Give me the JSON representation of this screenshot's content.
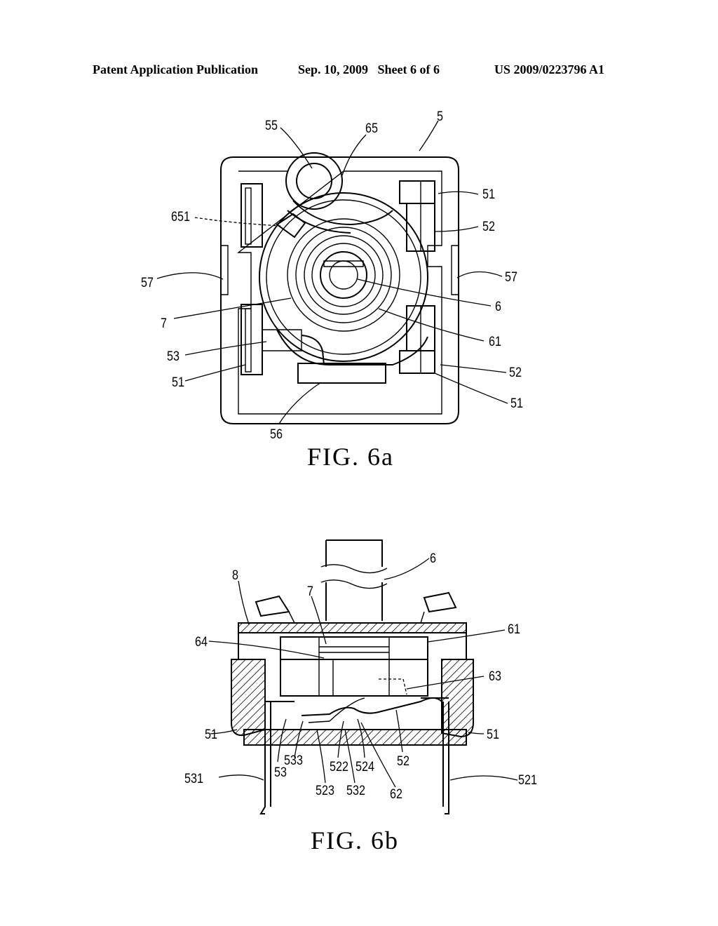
{
  "header": {
    "publication": "Patent Application Publication",
    "date_sheet": "Sep. 10, 2009   Sheet 6 of 6",
    "number": "US 2009/0223796 A1"
  },
  "fig6a": {
    "caption": "FIG. 6a",
    "labels": {
      "l55": "55",
      "l65": "65",
      "l5": "5",
      "l651": "651",
      "l51_tr": "51",
      "l52_r": "52",
      "l57_l": "57",
      "l57_r": "57",
      "l7": "7",
      "l6": "6",
      "l61": "61",
      "l53": "53",
      "l51_l": "51",
      "l52_br": "52",
      "l51_br": "51",
      "l56": "56"
    }
  },
  "fig6b": {
    "caption": "FIG. 6b",
    "labels": {
      "l6": "6",
      "l8": "8",
      "l7": "7",
      "l61": "61",
      "l64": "64",
      "l63": "63",
      "l51_l": "51",
      "l51_r": "51",
      "l53": "53",
      "l533": "533",
      "l522": "522",
      "l524": "524",
      "l52": "52",
      "l531": "531",
      "l523": "523",
      "l532": "532",
      "l62": "62",
      "l521": "521"
    }
  }
}
